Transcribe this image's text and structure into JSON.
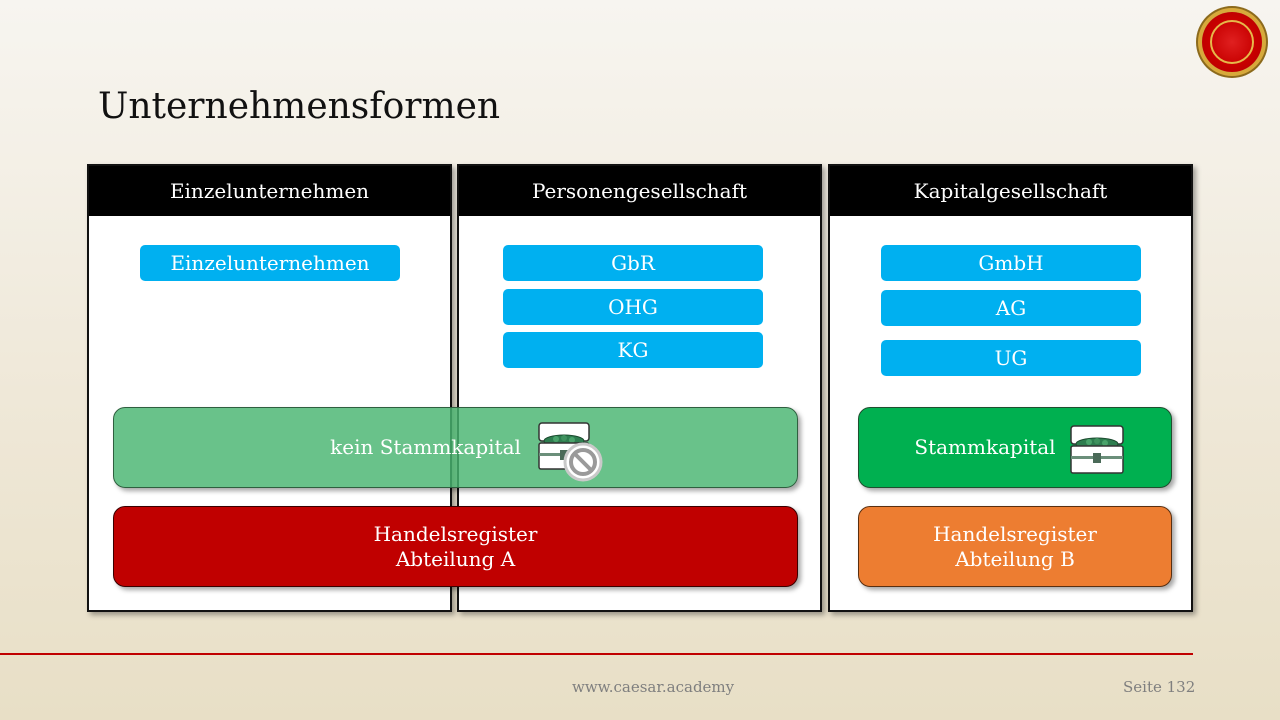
{
  "slide": {
    "title": "Unternehmensformen",
    "footer_url": "www.caesar.academy",
    "footer_page": "Seite 132"
  },
  "columns": [
    {
      "header": "Einzelunternehmen",
      "items": [
        "Einzelunternehmen"
      ]
    },
    {
      "header": "Personengesellschaft",
      "items": [
        "GbR",
        "OHG",
        "KG"
      ]
    },
    {
      "header": "Kapitalgesellschaft",
      "items": [
        "GmbH",
        "AG",
        "UG"
      ]
    }
  ],
  "bands": {
    "no_capital": "kein Stammkapital",
    "capital": "Stammkapital",
    "register_a": [
      "Handelsregister",
      "Abteilung A"
    ],
    "register_b": [
      "Handelsregister",
      "Abteilung B"
    ]
  },
  "icons": {
    "logo": "laurel-seal-icon",
    "chest": "treasure-chest-icon",
    "prohibited": "prohibited-icon"
  },
  "colors": {
    "accent_red": "#c00000",
    "pill_blue": "#00b0f0",
    "green": "#00b050",
    "orange": "#ed7d31"
  }
}
